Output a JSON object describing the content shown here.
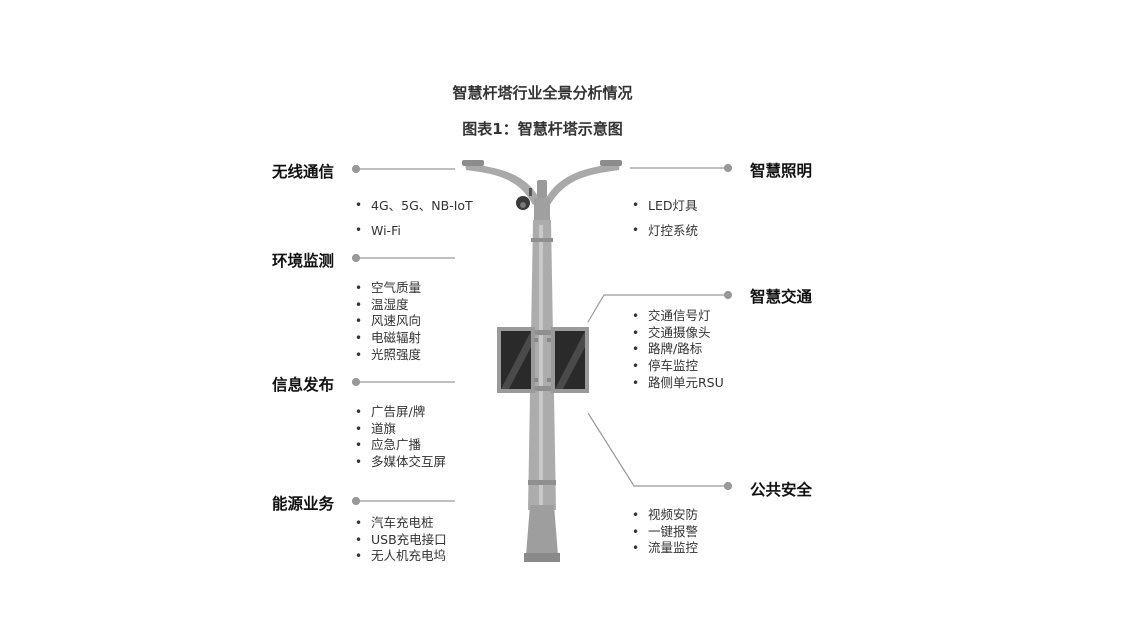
{
  "title": "智慧杆塔行业全景分析情况",
  "subtitle": "图表1：智慧杆塔示意图",
  "sections": {
    "wireless": {
      "title": "无线通信",
      "items": [
        "4G、5G、NB-IoT",
        "Wi-Fi"
      ]
    },
    "environment": {
      "title": "环境监测",
      "items": [
        "空气质量",
        "温湿度",
        "风速风向",
        "电磁辐射",
        "光照强度"
      ]
    },
    "info": {
      "title": "信息发布",
      "items": [
        "广告屏/牌",
        "道旗",
        "应急广播",
        "多媒体交互屏"
      ]
    },
    "energy": {
      "title": "能源业务",
      "items": [
        "汽车充电桩",
        "USB充电接口",
        "无人机充电坞"
      ]
    },
    "lighting": {
      "title": "智慧照明",
      "items": [
        "LED灯具",
        "灯控系统"
      ]
    },
    "traffic": {
      "title": "智慧交通",
      "items": [
        "交通信号灯",
        "交通摄像头",
        "路牌/路标",
        "停车监控",
        "路侧单元RSU"
      ]
    },
    "safety": {
      "title": "公共安全",
      "items": [
        "视频安防",
        "一键报警",
        "流量监控"
      ]
    }
  },
  "colors": {
    "pole": "#a9a9a9",
    "pole_dark": "#8c8c8c",
    "screen": "#2a2a2a",
    "connector": "#999999"
  }
}
